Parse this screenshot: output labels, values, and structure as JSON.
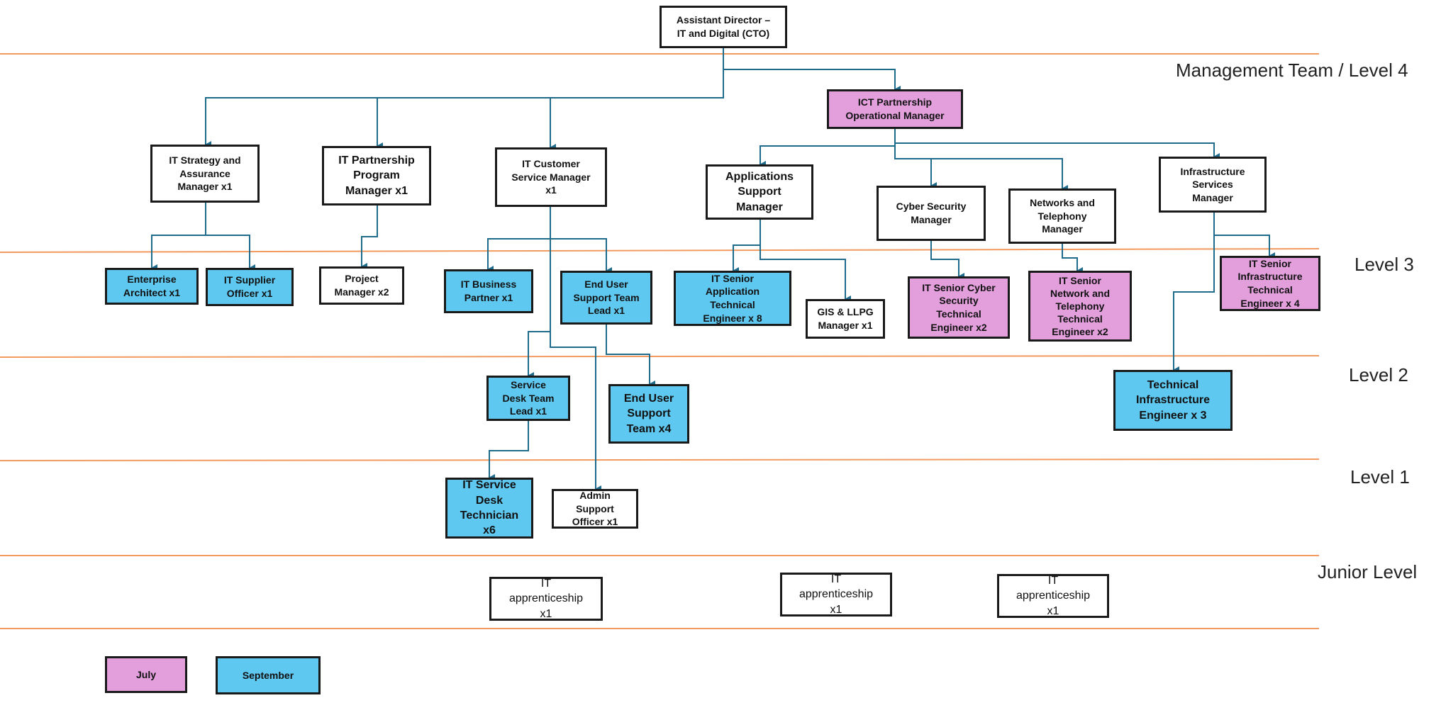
{
  "colors": {
    "line": "#1f6b8c",
    "separator": "#f29a60",
    "july": "#e29fdc",
    "september": "#5fc8f0",
    "border": "#1a1a1a"
  },
  "levels": {
    "management": "Management Team / Level 4",
    "level3": "Level 3",
    "level2": "Level 2",
    "level1": "Level 1",
    "junior": "Junior Level"
  },
  "roles": {
    "assistant_director": "Assistant Director –\nIT and Digital (CTO)",
    "ict_partnership_ops_manager": "ICT Partnership\nOperational Manager",
    "it_strategy_assurance_manager": "IT Strategy and\nAssurance\nManager x1",
    "it_partnership_program_manager": "IT Partnership\nProgram\nManager x1",
    "it_customer_service_manager": "IT Customer\nService Manager\nx1",
    "applications_support_manager": "Applications\nSupport\nManager",
    "cyber_security_manager": "Cyber Security\nManager",
    "networks_telephony_manager": "Networks and\nTelephony\nManager",
    "infrastructure_services_manager": "Infrastructure\nServices\nManager",
    "enterprise_architect": "Enterprise\nArchitect x1",
    "it_supplier_officer": "IT Supplier\nOfficer x1",
    "project_manager": "Project\nManager x2",
    "it_business_partner": "IT Business\nPartner x1",
    "end_user_support_team_lead": "End User\nSupport Team\nLead x1",
    "it_senior_application_engineer": "IT Senior\nApplication\nTechnical\nEngineer x 8",
    "gis_llpg_manager": "GIS & LLPG\nManager x1",
    "it_senior_cyber_security_engineer": "IT Senior Cyber\nSecurity\nTechnical\nEngineer x2",
    "it_senior_network_telephony_engineer": "IT Senior\nNetwork and\nTelephony\nTechnical\nEngineer x2",
    "it_senior_infrastructure_engineer": "IT Senior\nInfrastructure\nTechnical\nEngineer x 4",
    "service_desk_team_lead": "Service\nDesk Team\nLead x1",
    "end_user_support_team": "End User\nSupport\nTeam x4",
    "technical_infrastructure_engineer": "Technical\nInfrastructure\nEngineer x 3",
    "it_service_desk_technician": "IT Service\nDesk\nTechnician\nx6",
    "admin_support_officer": "Admin\nSupport\nOfficer x1",
    "it_apprenticeship_1": "IT\napprenticeship\nx1",
    "it_apprenticeship_2": "IT\napprenticeship\nx1",
    "it_apprenticeship_3": "IT\napprenticeship\nx1"
  },
  "legend": {
    "july": "July",
    "september": "September"
  }
}
